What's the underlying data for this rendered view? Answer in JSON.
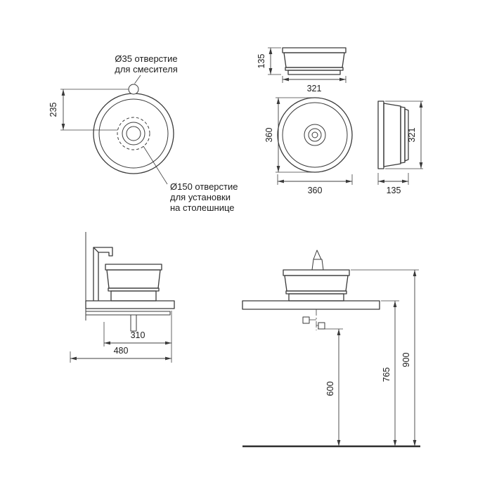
{
  "labels": {
    "faucet_hole": [
      "Ø35 отверстие",
      "для смесителя"
    ],
    "mount_hole": [
      "Ø150 отверстие",
      "для установки",
      "на столешнице"
    ]
  },
  "dims": {
    "hole_offset": "235",
    "basin_height_front": "135",
    "basin_rim_width_front": "321",
    "plan_diameter_vertical": "360",
    "plan_diameter_horizontal": "360",
    "profile_rim_width": "321",
    "profile_depth": "135",
    "console_depth_inner": "310",
    "console_depth_total": "480",
    "supply_height": "600",
    "countertop_height": "765",
    "overall_height": "900"
  }
}
